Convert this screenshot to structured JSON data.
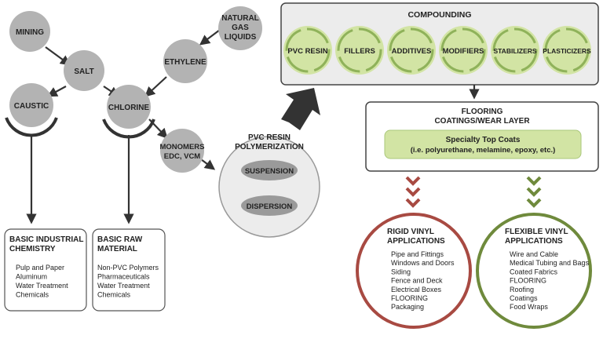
{
  "nodes": {
    "mining": "MINING",
    "natural_gas": [
      "NATURAL",
      "GAS",
      "LIQUIDS"
    ],
    "salt": "SALT",
    "ethylene": "ETHYLENE",
    "caustic": "CAUSTIC",
    "chlorine": "CHLORINE",
    "monomers": [
      "MONOMERS",
      "EDC, VCM"
    ]
  },
  "pvc_polymerization": {
    "title": [
      "PVC RESIN",
      "POLYMERIZATION"
    ],
    "options": [
      "SUSPENSION",
      "DISPERSION"
    ]
  },
  "compounding": {
    "title": "COMPOUNDING",
    "items": [
      "PVC RESIN",
      "FILLERS",
      "ADDITIVES",
      "MODIFIERS",
      "STABILIZERS",
      "PLASTICIZERS"
    ]
  },
  "flooring": {
    "title": [
      "FLOORING",
      "COATINGS/WEAR LAYER"
    ],
    "topcoat_title": "Specialty Top Coats",
    "topcoat_detail": "(i.e. polyurethane, melamine, epoxy, etc.)"
  },
  "basic_industrial": {
    "title": [
      "BASIC INDUSTRIAL",
      "CHEMISTRY"
    ],
    "items": [
      "Pulp and Paper",
      "Aluminum",
      "Water Treatment",
      "Chemicals"
    ]
  },
  "basic_raw": {
    "title": [
      "BASIC RAW",
      "MATERIAL"
    ],
    "items": [
      "Non-PVC Polymers",
      "Pharmaceuticals",
      "Water Treatment",
      "Chemicals"
    ]
  },
  "rigid": {
    "title": [
      "RIGID VINYL",
      "APPLICATIONS"
    ],
    "items": [
      "Pipe and Fittings",
      "Windows and Doors",
      "Siding",
      "Fence and Deck",
      "Electrical Boxes",
      "FLOORING",
      "Packaging"
    ],
    "highlight": "FLOORING",
    "color": "#a84a42"
  },
  "flexible": {
    "title": [
      "FLEXIBLE VINYL",
      "APPLICATIONS"
    ],
    "items": [
      "Wire and Cable",
      "Medical Tubing and Bags",
      "Coated Fabrics",
      "FLOORING",
      "Roofing",
      "Coatings",
      "Food Wraps"
    ],
    "highlight": "FLOORING",
    "color": "#6f8a3c"
  },
  "colors": {
    "node_gray": "#b3b3b3",
    "dark": "#333333",
    "green_light": "#d2e4a4",
    "green_ring": "#8fb25a",
    "red": "#a84a42",
    "olive": "#6f8a3c"
  }
}
